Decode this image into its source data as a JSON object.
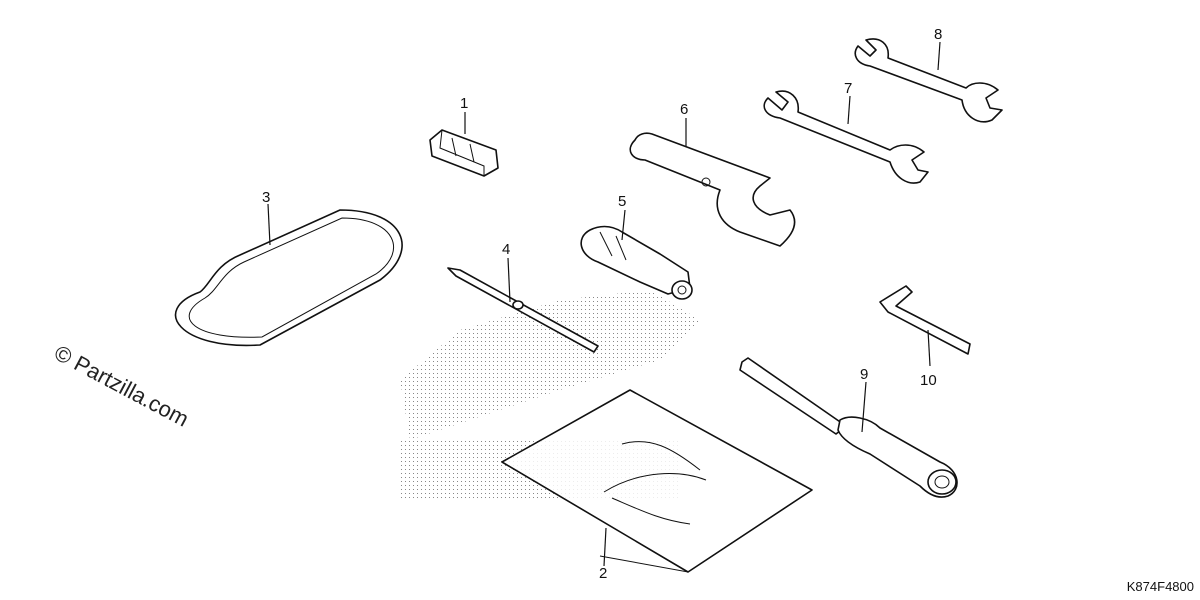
{
  "watermark": "© Partzilla.com",
  "diagram_code": "K874F4800",
  "parts": [
    {
      "id": "clip",
      "label": "1"
    },
    {
      "id": "manual-bag",
      "label": "2"
    },
    {
      "id": "belt",
      "label": "3"
    },
    {
      "id": "screwdriver-blade",
      "label": "4"
    },
    {
      "id": "screwdriver-handle",
      "label": "5"
    },
    {
      "id": "wrench-10x12",
      "label": "6"
    },
    {
      "id": "wrench-small",
      "label": "7"
    },
    {
      "id": "pin-spanner",
      "label": "8"
    },
    {
      "id": "spark-plug-wrench",
      "label": "9"
    },
    {
      "id": "hex-key",
      "label": "10"
    }
  ],
  "colors": {
    "ink": "#111111",
    "background": "#ffffff",
    "stipple": "#888888"
  }
}
